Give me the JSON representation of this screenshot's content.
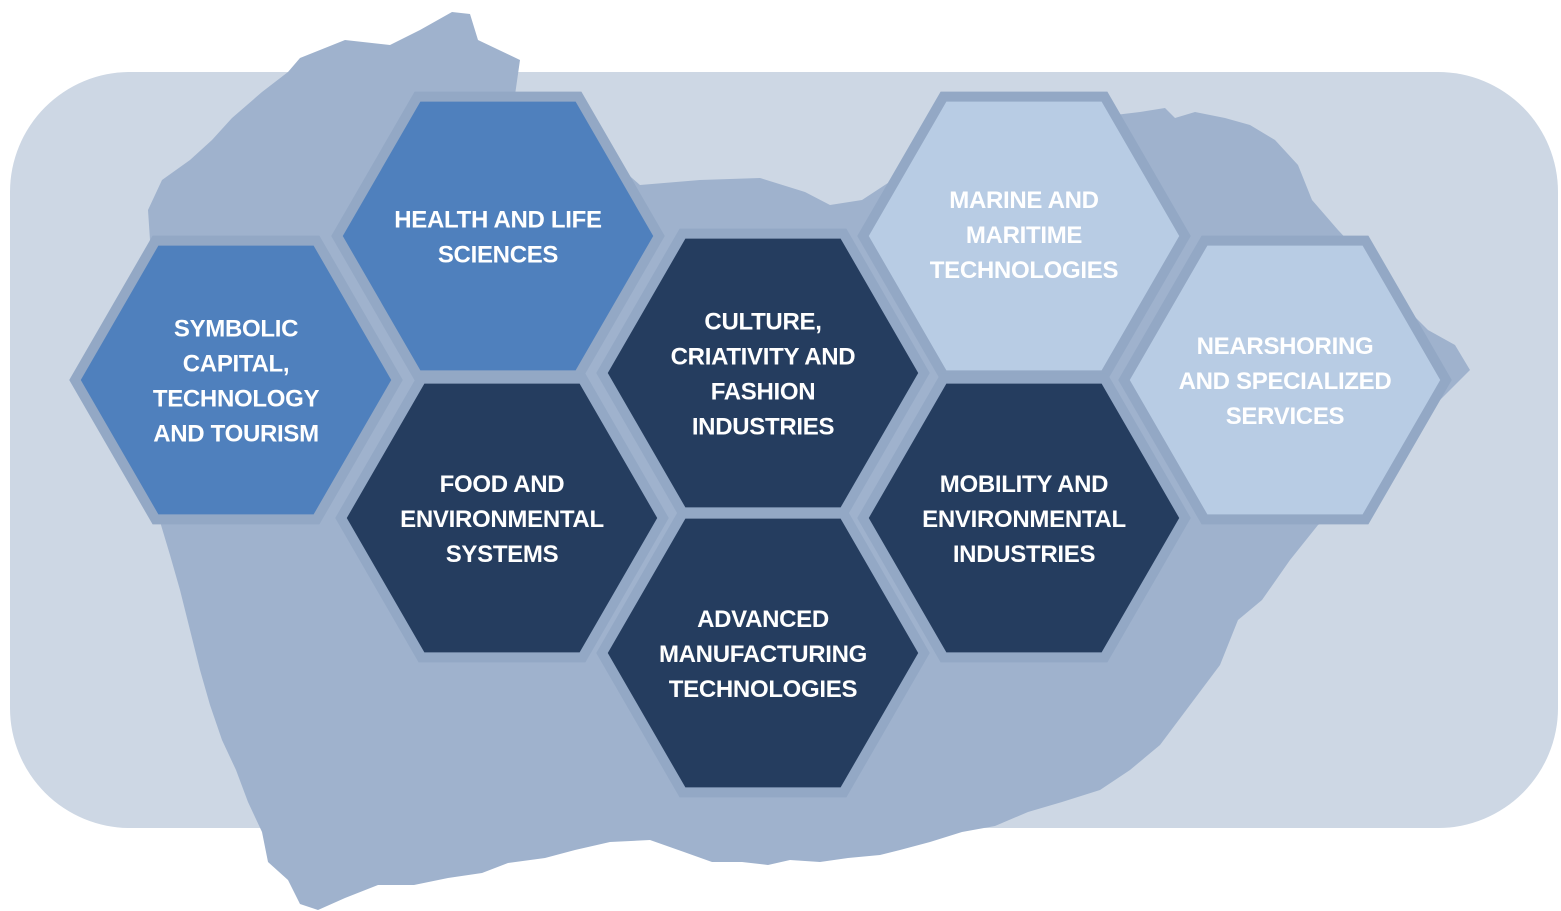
{
  "colors": {
    "background_panel": "#cdd7e4",
    "map_shape": "#9fb2cd",
    "hex_gap": "#93a8c5",
    "medium_blue": "#4f80bd",
    "dark_navy": "#253d5f",
    "light_blue": "#b8cce4",
    "text": "#ffffff"
  },
  "hexagons": [
    {
      "id": "symbolic-capital",
      "tone": "medium_blue",
      "lines": [
        "SYMBOLIC",
        "CAPITAL,",
        "TECHNOLOGY",
        "AND TOURISM"
      ]
    },
    {
      "id": "health-life-sciences",
      "tone": "medium_blue",
      "lines": [
        "HEALTH AND LIFE",
        "SCIENCES"
      ]
    },
    {
      "id": "food-environmental-systems",
      "tone": "dark_navy",
      "lines": [
        "FOOD AND",
        "ENVIRONMENTAL",
        "SYSTEMS"
      ]
    },
    {
      "id": "culture-creativity-fashion",
      "tone": "dark_navy",
      "lines": [
        "CULTURE,",
        "CRIATIVITY AND",
        "FASHION",
        "INDUSTRIES"
      ]
    },
    {
      "id": "advanced-manufacturing",
      "tone": "dark_navy",
      "lines": [
        "ADVANCED",
        "MANUFACTURING",
        "TECHNOLOGIES"
      ]
    },
    {
      "id": "marine-maritime",
      "tone": "light_blue",
      "lines": [
        "MARINE AND",
        "MARITIME",
        "TECHNOLOGIES"
      ]
    },
    {
      "id": "mobility-environmental-industries",
      "tone": "dark_navy",
      "lines": [
        "MOBILITY AND",
        "ENVIRONMENTAL",
        "INDUSTRIES"
      ]
    },
    {
      "id": "nearshoring-specialized-services",
      "tone": "light_blue",
      "lines": [
        "NEARSHORING",
        "AND SPECIALIZED",
        "SERVICES"
      ]
    }
  ]
}
